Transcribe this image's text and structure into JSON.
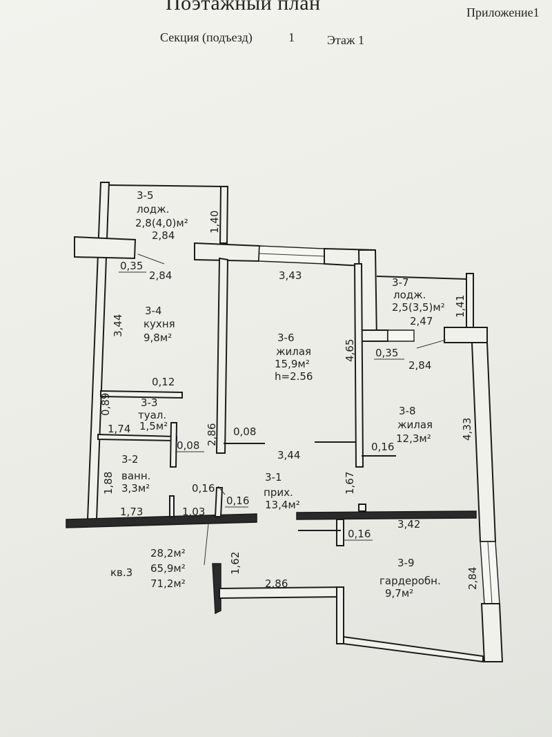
{
  "header": {
    "title": "Поэтажный план",
    "appendix": "Приложение1",
    "section_label": "Секция (подъезд)",
    "section_number": "1",
    "floor_label": "Этаж 1"
  },
  "rooms": {
    "r3_5": {
      "id": "3-5",
      "name": "лодж.",
      "area": "2,8(4,0)м²"
    },
    "r3_4": {
      "id": "3-4",
      "name": "кухня",
      "area": "9,8м²"
    },
    "r3_6": {
      "id": "3-6",
      "name": "жилая",
      "area": "15,9м²",
      "height": "h=2.56"
    },
    "r3_7": {
      "id": "3-7",
      "name": "лодж.",
      "area": "2,5(3,5)м²"
    },
    "r3_3": {
      "id": "3-3",
      "name": "туал.",
      "area": "1,5м²"
    },
    "r3_8": {
      "id": "3-8",
      "name": "жилая",
      "area": "12,3м²"
    },
    "r3_2": {
      "id": "3-2",
      "name": "ванн.",
      "area": "3,3м²"
    },
    "r3_1": {
      "id": "3-1",
      "name": "прих.",
      "area": "13,4м²"
    },
    "r3_9": {
      "id": "3-9",
      "name": "гардеробн.",
      "area": "9,7м²"
    }
  },
  "summary": {
    "apartment": "кв.3",
    "living_area": "28,2м²",
    "total_area": "65,9м²",
    "area_with_loggias": "71,2м²"
  },
  "dimensions": {
    "d_140": "1,40",
    "d_284_loggia": "2,84",
    "d_035_left": "0,35",
    "d_284_kitchen": "2,84",
    "d_343": "3,43",
    "d_344_kitchen": "3,44",
    "d_465": "4,65",
    "d_247": "2,47",
    "d_141": "1,41",
    "d_035_right": "0,35",
    "d_284_room8": "2,84",
    "d_012": "0,12",
    "d_089": "0,89",
    "d_174": "1,74",
    "d_286_v": "2,86",
    "d_008_a": "0,08",
    "d_008_b": "0,08",
    "d_344_hall": "3,44",
    "d_016_a": "0,16",
    "d_433": "4,33",
    "d_188": "1,88",
    "d_016_b": "0,16",
    "d_016_c": "0,16",
    "d_167": "1,67",
    "d_173": "1,73",
    "d_103": "1,03",
    "d_342": "3,42",
    "d_016_d": "0,16",
    "d_162": "1,62",
    "d_286_h": "2,86",
    "d_284_wardrobe": "2,84"
  }
}
